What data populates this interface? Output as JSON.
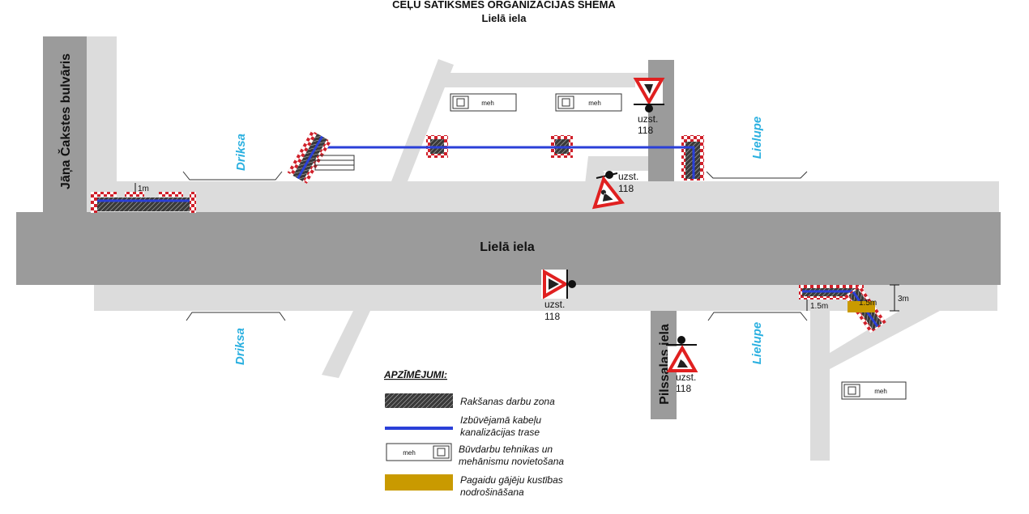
{
  "title": {
    "line1": "CEĻU SATIKSMES ORGANIZĀCIJAS SHĒMA",
    "line2": "Lielā iela"
  },
  "streets": {
    "main": "Lielā iela",
    "left": "Jāņa Čakstes bulvāris",
    "bottom": "Pilssalas iela"
  },
  "labels": {
    "driksa_top": "Driksa",
    "driksa_bottom": "Driksa",
    "lielupe_top": "Lielupe",
    "lielupe_bottom": "Lielupe"
  },
  "signs": {
    "s1": {
      "text": "uzst.",
      "num": "118"
    },
    "s2": {
      "text": "uzst.",
      "num": "118"
    },
    "s3": {
      "text": "uzst.",
      "num": "118"
    },
    "s4": {
      "text": "uzst.",
      "num": "118"
    }
  },
  "vehicles": {
    "v1": "meh",
    "v2": "meh",
    "v3": "meh"
  },
  "dims": {
    "d1m": "1m",
    "d15a": "1.5m",
    "d15b": "1.5m",
    "d3m": "3m"
  },
  "legend": {
    "heading": "APZĪMĒJUMI:",
    "dig_zone": "Rakšanas darbu zona",
    "cable_line1": "Izbūvējamā kabeļu",
    "cable_line2": "kanalizācijas trase",
    "machinery_line1": "Būvdarbu tehnikas un",
    "machinery_line2": "mehānismu novietošana",
    "machinery_tag": "meh",
    "pedestrian_line1": "Pagaidu gājēju kustības",
    "pedestrian_line2": "nodrošināšana"
  },
  "colors": {
    "road": "#9b9b9b",
    "sidewalk": "#dcdcdc",
    "cable": "#2a3fd8",
    "label_blue": "#2bb0e0",
    "pedestrian": "#c99a00",
    "sign_red": "#e02020"
  }
}
